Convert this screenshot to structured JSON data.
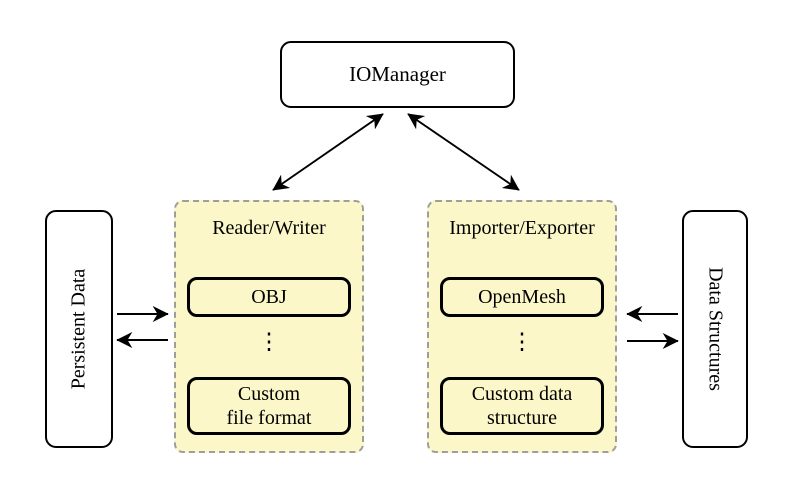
{
  "colors": {
    "background": "#ffffff",
    "container_fill": "#fbf7c8",
    "container_border": "#9e9e9e",
    "node_border": "#000000",
    "arrow": "#000000"
  },
  "io_manager": {
    "label": "IOManager"
  },
  "containers": [
    {
      "id": "reader-writer",
      "title": "Reader/Writer",
      "top_box": "OBJ",
      "ellipsis": "⋮",
      "bottom_box_line1": "Custom",
      "bottom_box_line2": "file format"
    },
    {
      "id": "importer-exporter",
      "title": "Importer/Exporter",
      "top_box": "OpenMesh",
      "ellipsis": "⋮",
      "bottom_box_line1": "Custom data",
      "bottom_box_line2": "structure"
    }
  ],
  "side_boxes": {
    "left": {
      "label": "Persistent Data"
    },
    "right": {
      "label": "Data Structures"
    }
  }
}
